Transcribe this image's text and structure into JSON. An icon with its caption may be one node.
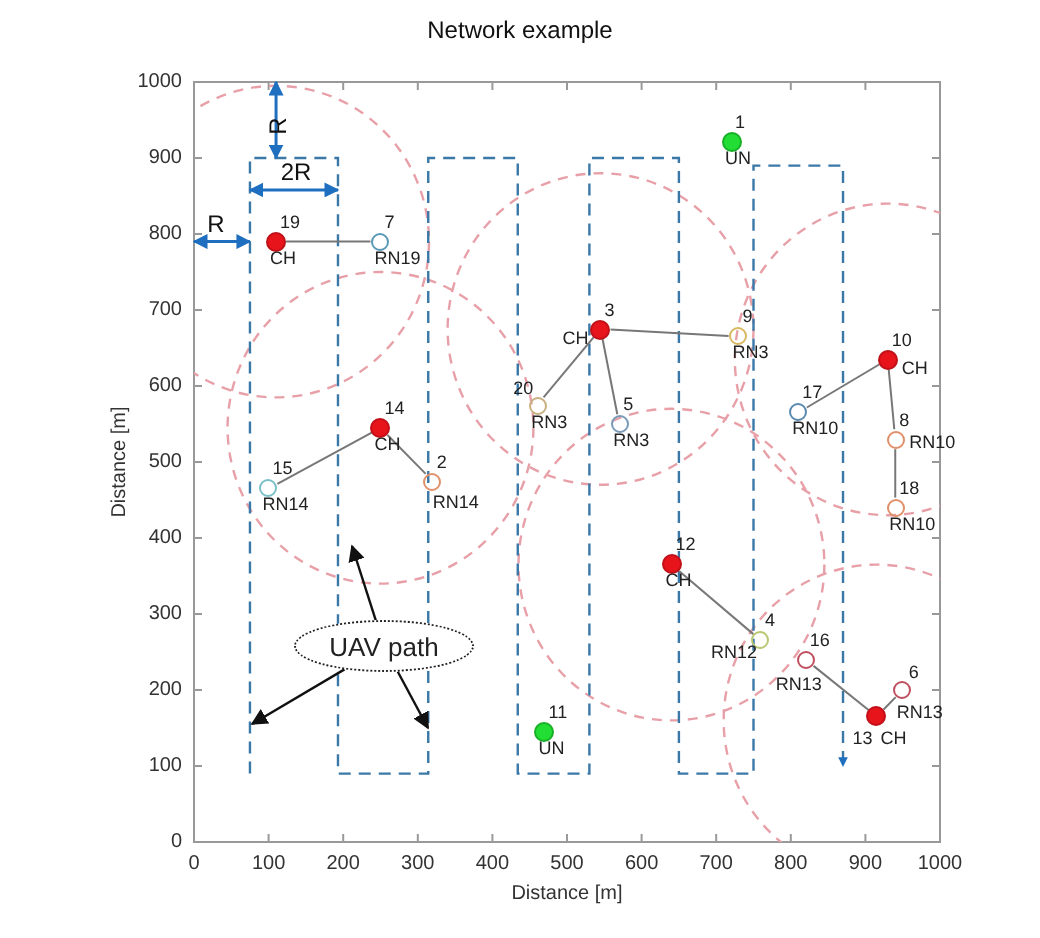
{
  "diagram": {
    "title": "Network example",
    "nodes": [
      {
        "text": [
          "1",
          "UN"
        ]
      },
      {
        "text": [
          "19",
          "CH"
        ]
      },
      {
        "text": [
          "7",
          "RN19"
        ]
      },
      {
        "text": [
          "3",
          "CH"
        ]
      },
      {
        "text": [
          "9",
          "RN3"
        ]
      },
      {
        "text": [
          "10",
          "CH"
        ]
      },
      {
        "text": [
          "20",
          "RN3"
        ]
      },
      {
        "text": [
          "17",
          "RN10"
        ]
      },
      {
        "text": [
          "5",
          "RN3"
        ]
      },
      {
        "text": [
          "8",
          "RN10"
        ]
      },
      {
        "text": [
          "14",
          "CH"
        ]
      },
      {
        "text": [
          "2",
          "RN14"
        ]
      },
      {
        "text": [
          "15",
          "RN14"
        ]
      },
      {
        "text": [
          "18",
          "RN10"
        ]
      },
      {
        "text": [
          "12",
          "CH"
        ]
      },
      {
        "text": [
          "4",
          "RN12"
        ]
      },
      {
        "text": [
          "16",
          "RN13"
        ]
      },
      {
        "text": [
          "6",
          "RN13"
        ]
      },
      {
        "text": [
          "13",
          "CH"
        ]
      },
      {
        "text": [
          "11",
          "UN"
        ]
      },
      {
        "text": [
          "UAV path"
        ]
      }
    ],
    "edges": [
      {
        "from": 1,
        "to": 2,
        "arrow": "none"
      },
      {
        "from": 3,
        "to": 6,
        "arrow": "none"
      },
      {
        "from": 3,
        "to": 8,
        "arrow": "none"
      },
      {
        "from": 3,
        "to": 4,
        "arrow": "none"
      },
      {
        "from": 5,
        "to": 7,
        "arrow": "none"
      },
      {
        "from": 5,
        "to": 9,
        "arrow": "none"
      },
      {
        "from": 9,
        "to": 13,
        "arrow": "none"
      },
      {
        "from": 10,
        "to": 12,
        "arrow": "none"
      },
      {
        "from": 10,
        "to": 11,
        "arrow": "none"
      },
      {
        "from": 14,
        "to": 15,
        "arrow": "none"
      },
      {
        "from": 16,
        "to": 18,
        "arrow": "none"
      },
      {
        "from": 17,
        "to": 18,
        "arrow": "none"
      },
      {
        "from": 20,
        "to": null,
        "arrow": "to",
        "color": "#111111"
      },
      {
        "from": 20,
        "to": null,
        "arrow": "to",
        "color": "#111111"
      },
      {
        "from": 20,
        "to": null,
        "arrow": "to",
        "color": "#111111"
      }
    ],
    "labels": [
      "R",
      "2R",
      "R",
      "1000",
      "900",
      "800",
      "700",
      "600",
      "500",
      "400",
      "300",
      "200",
      "100",
      "0",
      "0",
      "100",
      "200",
      "300",
      "400",
      "500",
      "600",
      "700",
      "800",
      "900",
      "1000",
      "Distance [m]",
      "Distance [m]"
    ]
  }
}
